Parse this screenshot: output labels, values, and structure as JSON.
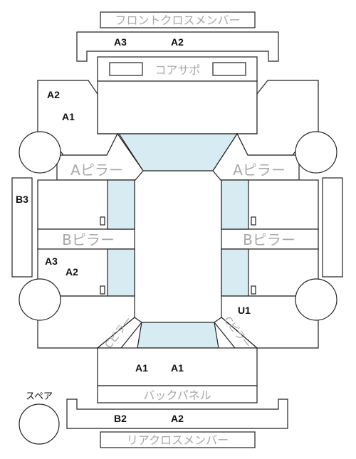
{
  "labels": {
    "front_cross_member": "フロントクロスメンバー",
    "core_support": "コアサポ",
    "a_pillar": "Aピラー",
    "b_pillar": "Bピラー",
    "c_pillar": "Cピラー",
    "back_panel": "バックパネル",
    "rear_cross_member": "リアクロスメンバー",
    "spare": "スペア"
  },
  "damage": {
    "front_member_left": "A3",
    "front_member_right": "A2",
    "front_left_fender_1": "A2",
    "front_left_fender_2": "A1",
    "left_sill": "B3",
    "rear_left_door_1": "A3",
    "rear_left_door_2": "A2",
    "rear_right_quarter": "U1",
    "trunk_left": "A1",
    "trunk_right": "A1",
    "rear_member_left": "B2",
    "rear_member_right": "A2"
  }
}
